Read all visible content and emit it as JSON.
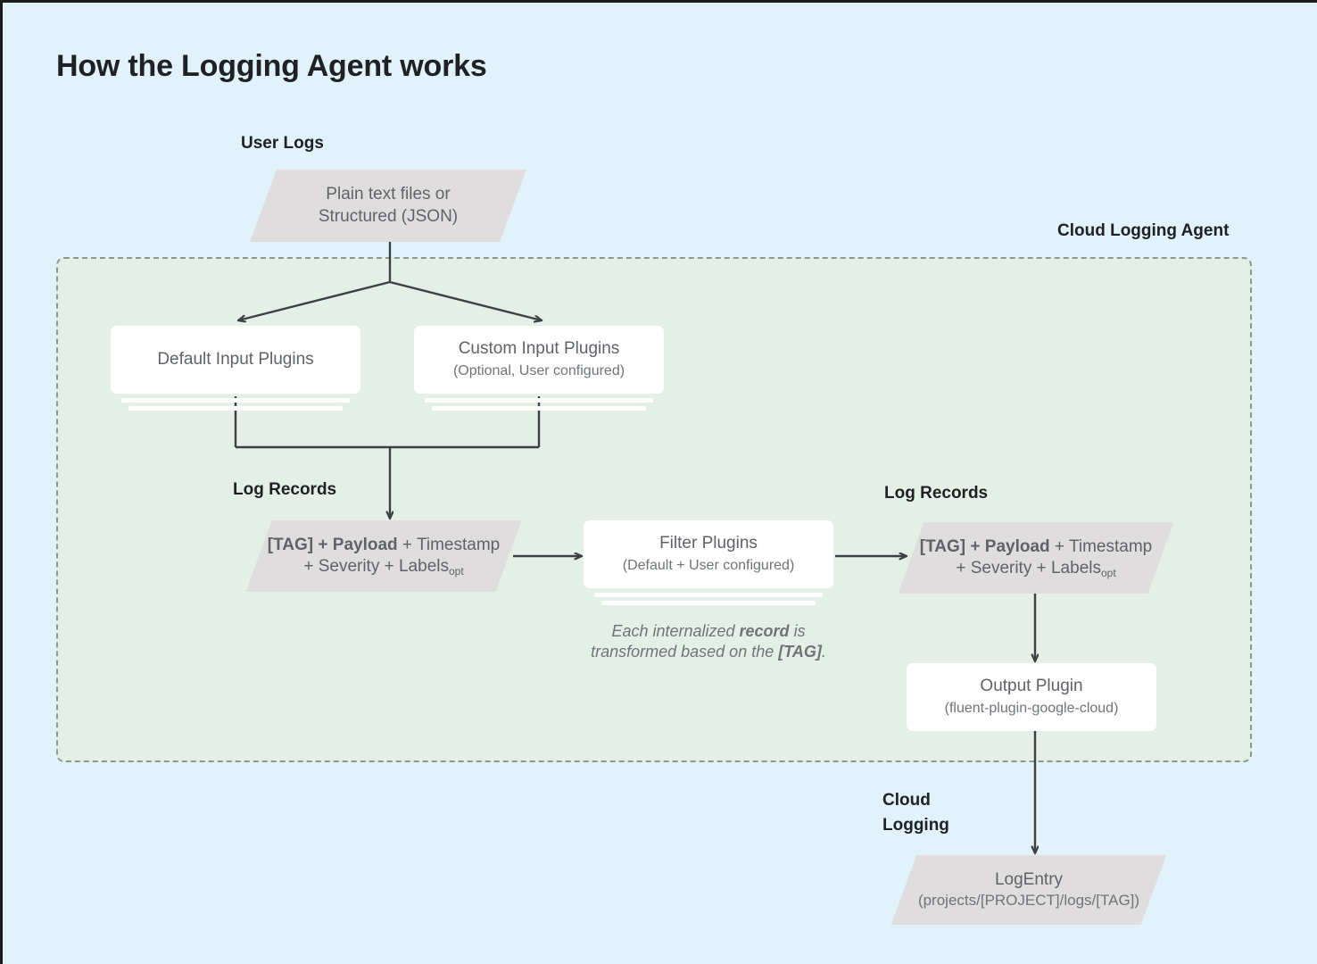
{
  "page": {
    "title": "How the Logging Agent works",
    "background_color": "#e1f2fb",
    "agent_region_color": "#e4f0e7",
    "node_fill_color": "#dfdddd",
    "card_color": "#ffffff",
    "connector_color": "#3c4043",
    "text_color": "#5f6368"
  },
  "labels": {
    "user_logs": "User Logs",
    "cloud_logging_agent": "Cloud Logging Agent",
    "log_records_left": "Log Records",
    "log_records_right": "Log Records",
    "cloud_logging": "Cloud\nLogging",
    "cloud_logging_line1": "Cloud",
    "cloud_logging_line2": "Logging"
  },
  "nodes": {
    "user_logs_source": {
      "shape": "parallelogram",
      "line1": "Plain text files or",
      "line2": "Structured (JSON)"
    },
    "default_input_plugins": {
      "shape": "stacked-card",
      "title": "Default Input Plugins",
      "subtitle": ""
    },
    "custom_input_plugins": {
      "shape": "stacked-card",
      "title": "Custom Input Plugins",
      "subtitle": "(Optional, User configured)"
    },
    "log_record_left": {
      "shape": "parallelogram",
      "line1_bold": "[TAG] + Payload",
      "line1_rest": " + Timestamp",
      "line2_rest": "+ Severity + Labels",
      "line2_subscript": "opt"
    },
    "filter_plugins": {
      "shape": "stacked-card",
      "title": "Filter Plugins",
      "subtitle": "(Default + User configured)"
    },
    "log_record_right": {
      "shape": "parallelogram",
      "line1_bold": "[TAG] + Payload",
      "line1_rest": " + Timestamp",
      "line2_rest": "+ Severity + Labels",
      "line2_subscript": "opt"
    },
    "output_plugin": {
      "shape": "card",
      "title": "Output Plugin",
      "subtitle": "(fluent-plugin-google-cloud)"
    },
    "log_entry": {
      "shape": "parallelogram",
      "line1": "LogEntry",
      "line2": "(projects/[PROJECT]/logs/[TAG])"
    }
  },
  "captions": {
    "filter_note_part1": "Each internalized ",
    "filter_note_bold1": "record",
    "filter_note_part2": " is",
    "filter_note_line2_part1": "transformed based on the ",
    "filter_note_bold2": "[TAG]",
    "filter_note_part3": "."
  }
}
